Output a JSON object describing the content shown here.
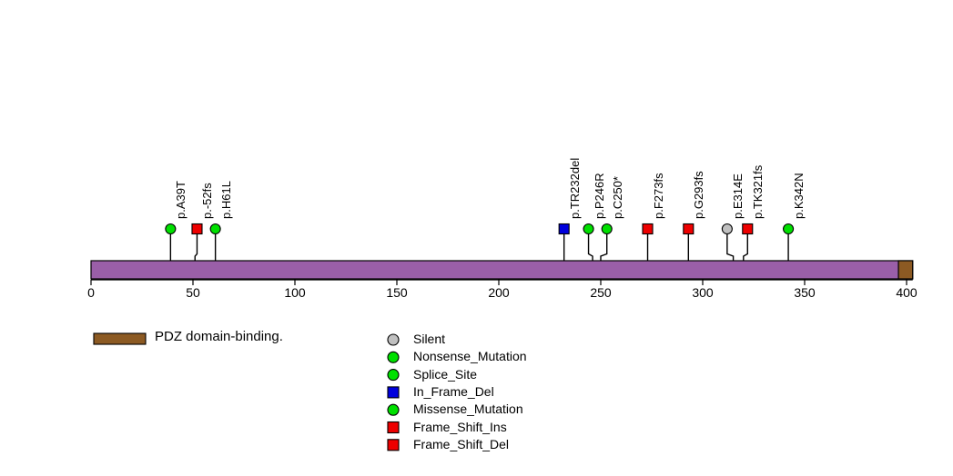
{
  "chart_data": {
    "type": "lollipop",
    "title": "",
    "xlabel": "",
    "ylabel": "",
    "xlim": [
      0,
      403
    ],
    "axis_ticks": [
      {
        "value": 0,
        "label": "0"
      },
      {
        "value": 50,
        "label": "50"
      },
      {
        "value": 100,
        "label": "100"
      },
      {
        "value": 150,
        "label": "150"
      },
      {
        "value": 200,
        "label": "200"
      },
      {
        "value": 250,
        "label": "250"
      },
      {
        "value": 300,
        "label": "300"
      },
      {
        "value": 350,
        "label": "350"
      },
      {
        "value": 400,
        "label": "400"
      }
    ],
    "protein_bar": {
      "start": 0,
      "end": 403,
      "color": "#9a5fa8",
      "border_color": "#000000"
    },
    "domains": [
      {
        "name": "PDZ domain-binding.",
        "start": 396,
        "end": 403,
        "color": "#8c5a23"
      }
    ],
    "mutations": [
      {
        "label": "p.A39T",
        "position": 39,
        "anchor": 39,
        "shape": "circle",
        "color": "#00e000",
        "type": "Missense_Mutation"
      },
      {
        "label": "p.-52fs",
        "position": 52,
        "anchor": 51,
        "shape": "square",
        "color": "#ee0000",
        "type": "Frame_Shift_Del"
      },
      {
        "label": "p.H61L",
        "position": 61,
        "anchor": 61,
        "shape": "circle",
        "color": "#00e000",
        "type": "Missense_Mutation"
      },
      {
        "label": "p.TR232del",
        "position": 232,
        "anchor": 232,
        "shape": "square",
        "color": "#0000dd",
        "type": "In_Frame_Del"
      },
      {
        "label": "p.P246R",
        "position": 244,
        "anchor": 246,
        "shape": "circle",
        "color": "#00e000",
        "type": "Missense_Mutation"
      },
      {
        "label": "p.C250*",
        "position": 253,
        "anchor": 250,
        "shape": "circle",
        "color": "#00e000",
        "type": "Nonsense_Mutation"
      },
      {
        "label": "p.F273fs",
        "position": 273,
        "anchor": 273,
        "shape": "square",
        "color": "#ee0000",
        "type": "Frame_Shift_Ins"
      },
      {
        "label": "p.G293fs",
        "position": 293,
        "anchor": 293,
        "shape": "square",
        "color": "#ee0000",
        "type": "Frame_Shift_Del"
      },
      {
        "label": "p.E314E",
        "position": 312,
        "anchor": 315,
        "shape": "circle",
        "color": "#c0c0c0",
        "type": "Silent"
      },
      {
        "label": "p.TK321fs",
        "position": 322,
        "anchor": 320,
        "shape": "square",
        "color": "#ee0000",
        "type": "Frame_Shift_Ins"
      },
      {
        "label": "p.K342N",
        "position": 342,
        "anchor": 342,
        "shape": "circle",
        "color": "#00e000",
        "type": "Missense_Mutation"
      }
    ],
    "legend": {
      "domain_entries": [
        {
          "label": "PDZ domain-binding.",
          "color": "#8c5a23",
          "shape": "rect"
        }
      ],
      "mutation_entries": [
        {
          "label": "Silent",
          "color": "#c0c0c0",
          "shape": "circle"
        },
        {
          "label": "Nonsense_Mutation",
          "color": "#00e000",
          "shape": "circle"
        },
        {
          "label": "Splice_Site",
          "color": "#00e000",
          "shape": "circle"
        },
        {
          "label": "In_Frame_Del",
          "color": "#0000dd",
          "shape": "square"
        },
        {
          "label": "Missense_Mutation",
          "color": "#00e000",
          "shape": "circle"
        },
        {
          "label": "Frame_Shift_Ins",
          "color": "#ee0000",
          "shape": "square"
        },
        {
          "label": "Frame_Shift_Del",
          "color": "#ee0000",
          "shape": "square"
        }
      ]
    }
  }
}
